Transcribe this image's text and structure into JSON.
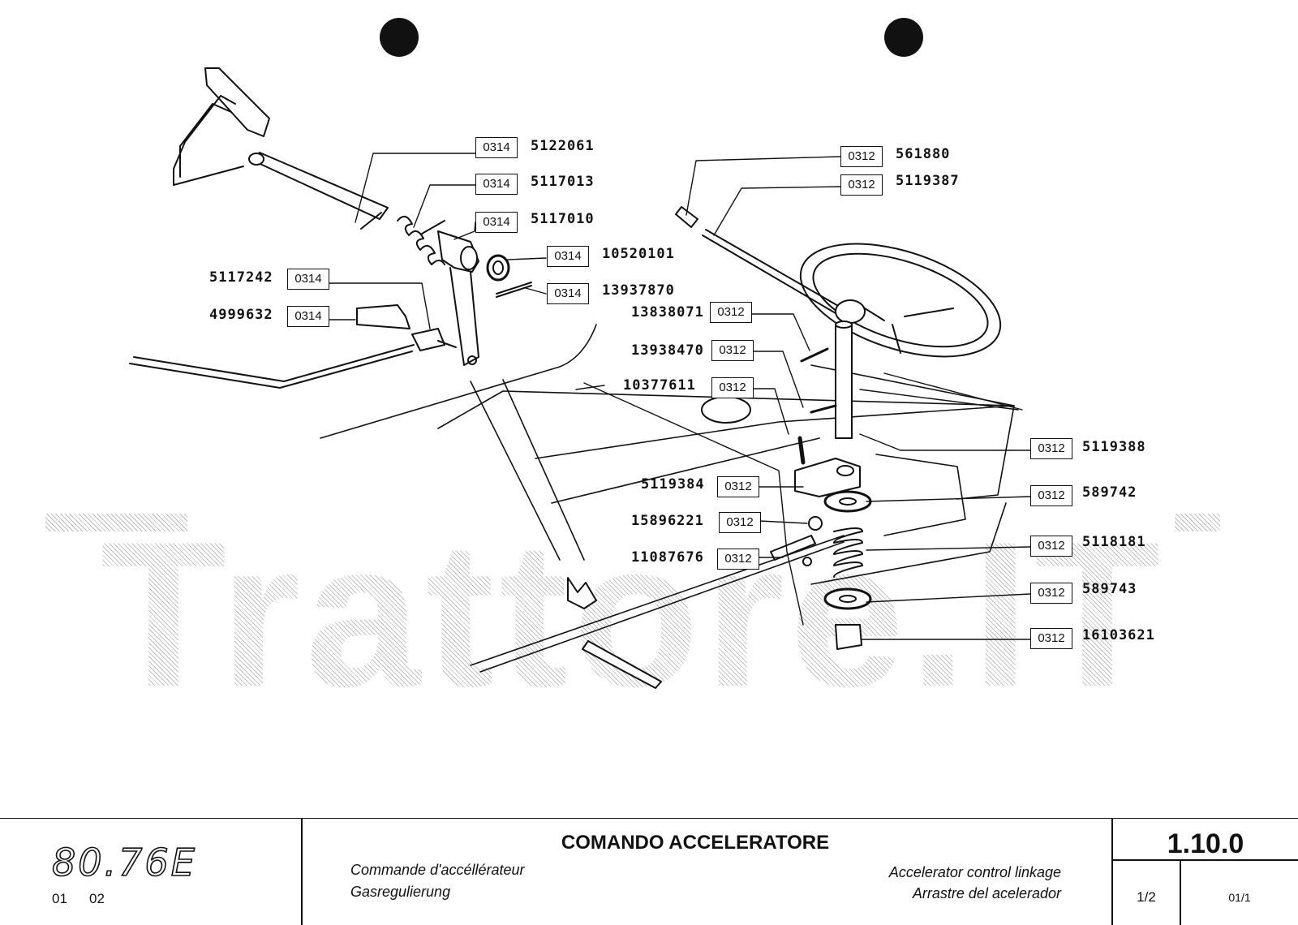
{
  "watermark": "Trattore.IT",
  "callouts": [
    {
      "code": "0314",
      "part": "5122061"
    },
    {
      "code": "0314",
      "part": "5117013"
    },
    {
      "code": "0314",
      "part": "5117010"
    },
    {
      "code": "0314",
      "part": "10520101"
    },
    {
      "code": "0314",
      "part": "13937870"
    },
    {
      "code": "0314",
      "part": "5117242"
    },
    {
      "code": "0314",
      "part": "4999632"
    },
    {
      "code": "0312",
      "part": "561880"
    },
    {
      "code": "0312",
      "part": "5119387"
    },
    {
      "code": "0312",
      "part": "13838071"
    },
    {
      "code": "0312",
      "part": "13938470"
    },
    {
      "code": "0312",
      "part": "10377611"
    },
    {
      "code": "0312",
      "part": "5119384"
    },
    {
      "code": "0312",
      "part": "15896221"
    },
    {
      "code": "0312",
      "part": "11087676"
    },
    {
      "code": "0312",
      "part": "5119388"
    },
    {
      "code": "0312",
      "part": "589742"
    },
    {
      "code": "0312",
      "part": "5118181"
    },
    {
      "code": "0312",
      "part": "589743"
    },
    {
      "code": "0312",
      "part": "16103621"
    }
  ],
  "titleblock": {
    "model": "80.76E",
    "model_sub_1": "01",
    "model_sub_2": "02",
    "title": "COMANDO ACCELERATORE",
    "fr": "Commande d'accéllérateur",
    "de": "Gasregulierung",
    "en": "Accelerator control linkage",
    "es": "Arrastre del acelerador",
    "ref": "1.10.0",
    "sheet": "1/2",
    "rev": "01/1"
  }
}
